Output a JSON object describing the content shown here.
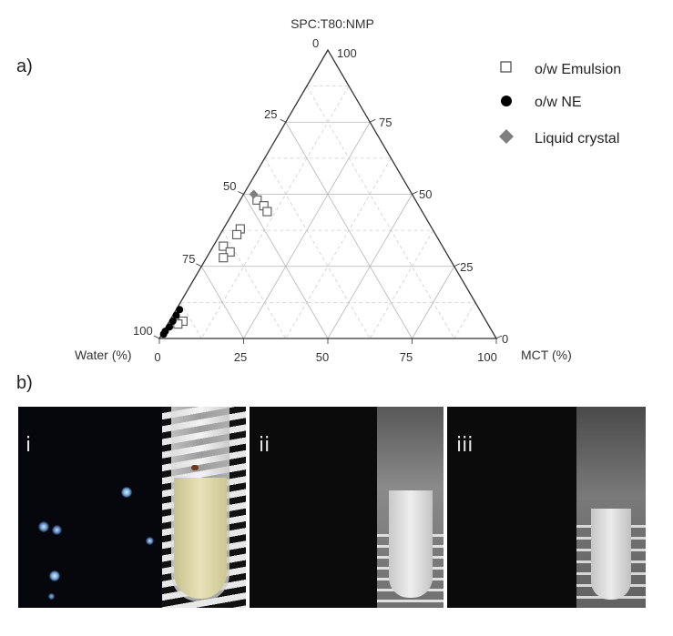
{
  "panel_a_label": "a)",
  "panel_b_label": "b)",
  "chart_data": {
    "type": "scatter",
    "subtype": "ternary",
    "top_vertex_label": "SPC:T80:NMP",
    "left_axis_label": "Water (%)",
    "bottom_axis_label": "MCT (%)",
    "ticks": {
      "top": [
        "0",
        "100"
      ],
      "left": [
        "25",
        "50",
        "75",
        "100"
      ],
      "right": [
        "75",
        "50",
        "25",
        "0"
      ],
      "bottom": [
        "0",
        "25",
        "50",
        "75",
        "100"
      ]
    },
    "tick_values": {
      "left": [
        25,
        50,
        75,
        100
      ],
      "right": [
        75,
        50,
        25,
        0
      ],
      "bottom": [
        0,
        25,
        50,
        75,
        100
      ]
    },
    "grid": true,
    "legend_position": "top-right",
    "series": [
      {
        "name": "o/w Emulsion",
        "marker": "open-square",
        "color": "#555555",
        "points": [
          {
            "water": 47,
            "mct": 5
          },
          {
            "water": 46,
            "mct": 8
          },
          {
            "water": 46,
            "mct": 10
          },
          {
            "water": 57,
            "mct": 5
          },
          {
            "water": 59,
            "mct": 5
          },
          {
            "water": 65,
            "mct": 3
          },
          {
            "water": 64,
            "mct": 6
          },
          {
            "water": 67,
            "mct": 5
          },
          {
            "water": 90,
            "mct": 4
          },
          {
            "water": 92,
            "mct": 3
          }
        ]
      },
      {
        "name": "o/w NE",
        "marker": "filled-circle",
        "color": "#000000",
        "points": [
          {
            "water": 89,
            "mct": 1
          },
          {
            "water": 91,
            "mct": 1
          },
          {
            "water": 93,
            "mct": 1
          },
          {
            "water": 95,
            "mct": 1
          },
          {
            "water": 97,
            "mct": 0.5
          },
          {
            "water": 98,
            "mct": 0.5
          }
        ]
      },
      {
        "name": "Liquid crystal",
        "marker": "filled-diamond",
        "color": "#7f7f7f",
        "points": [
          {
            "water": 47,
            "mct": 3
          }
        ]
      }
    ]
  },
  "photos": [
    {
      "label": "i"
    },
    {
      "label": "ii"
    },
    {
      "label": "iii"
    }
  ]
}
